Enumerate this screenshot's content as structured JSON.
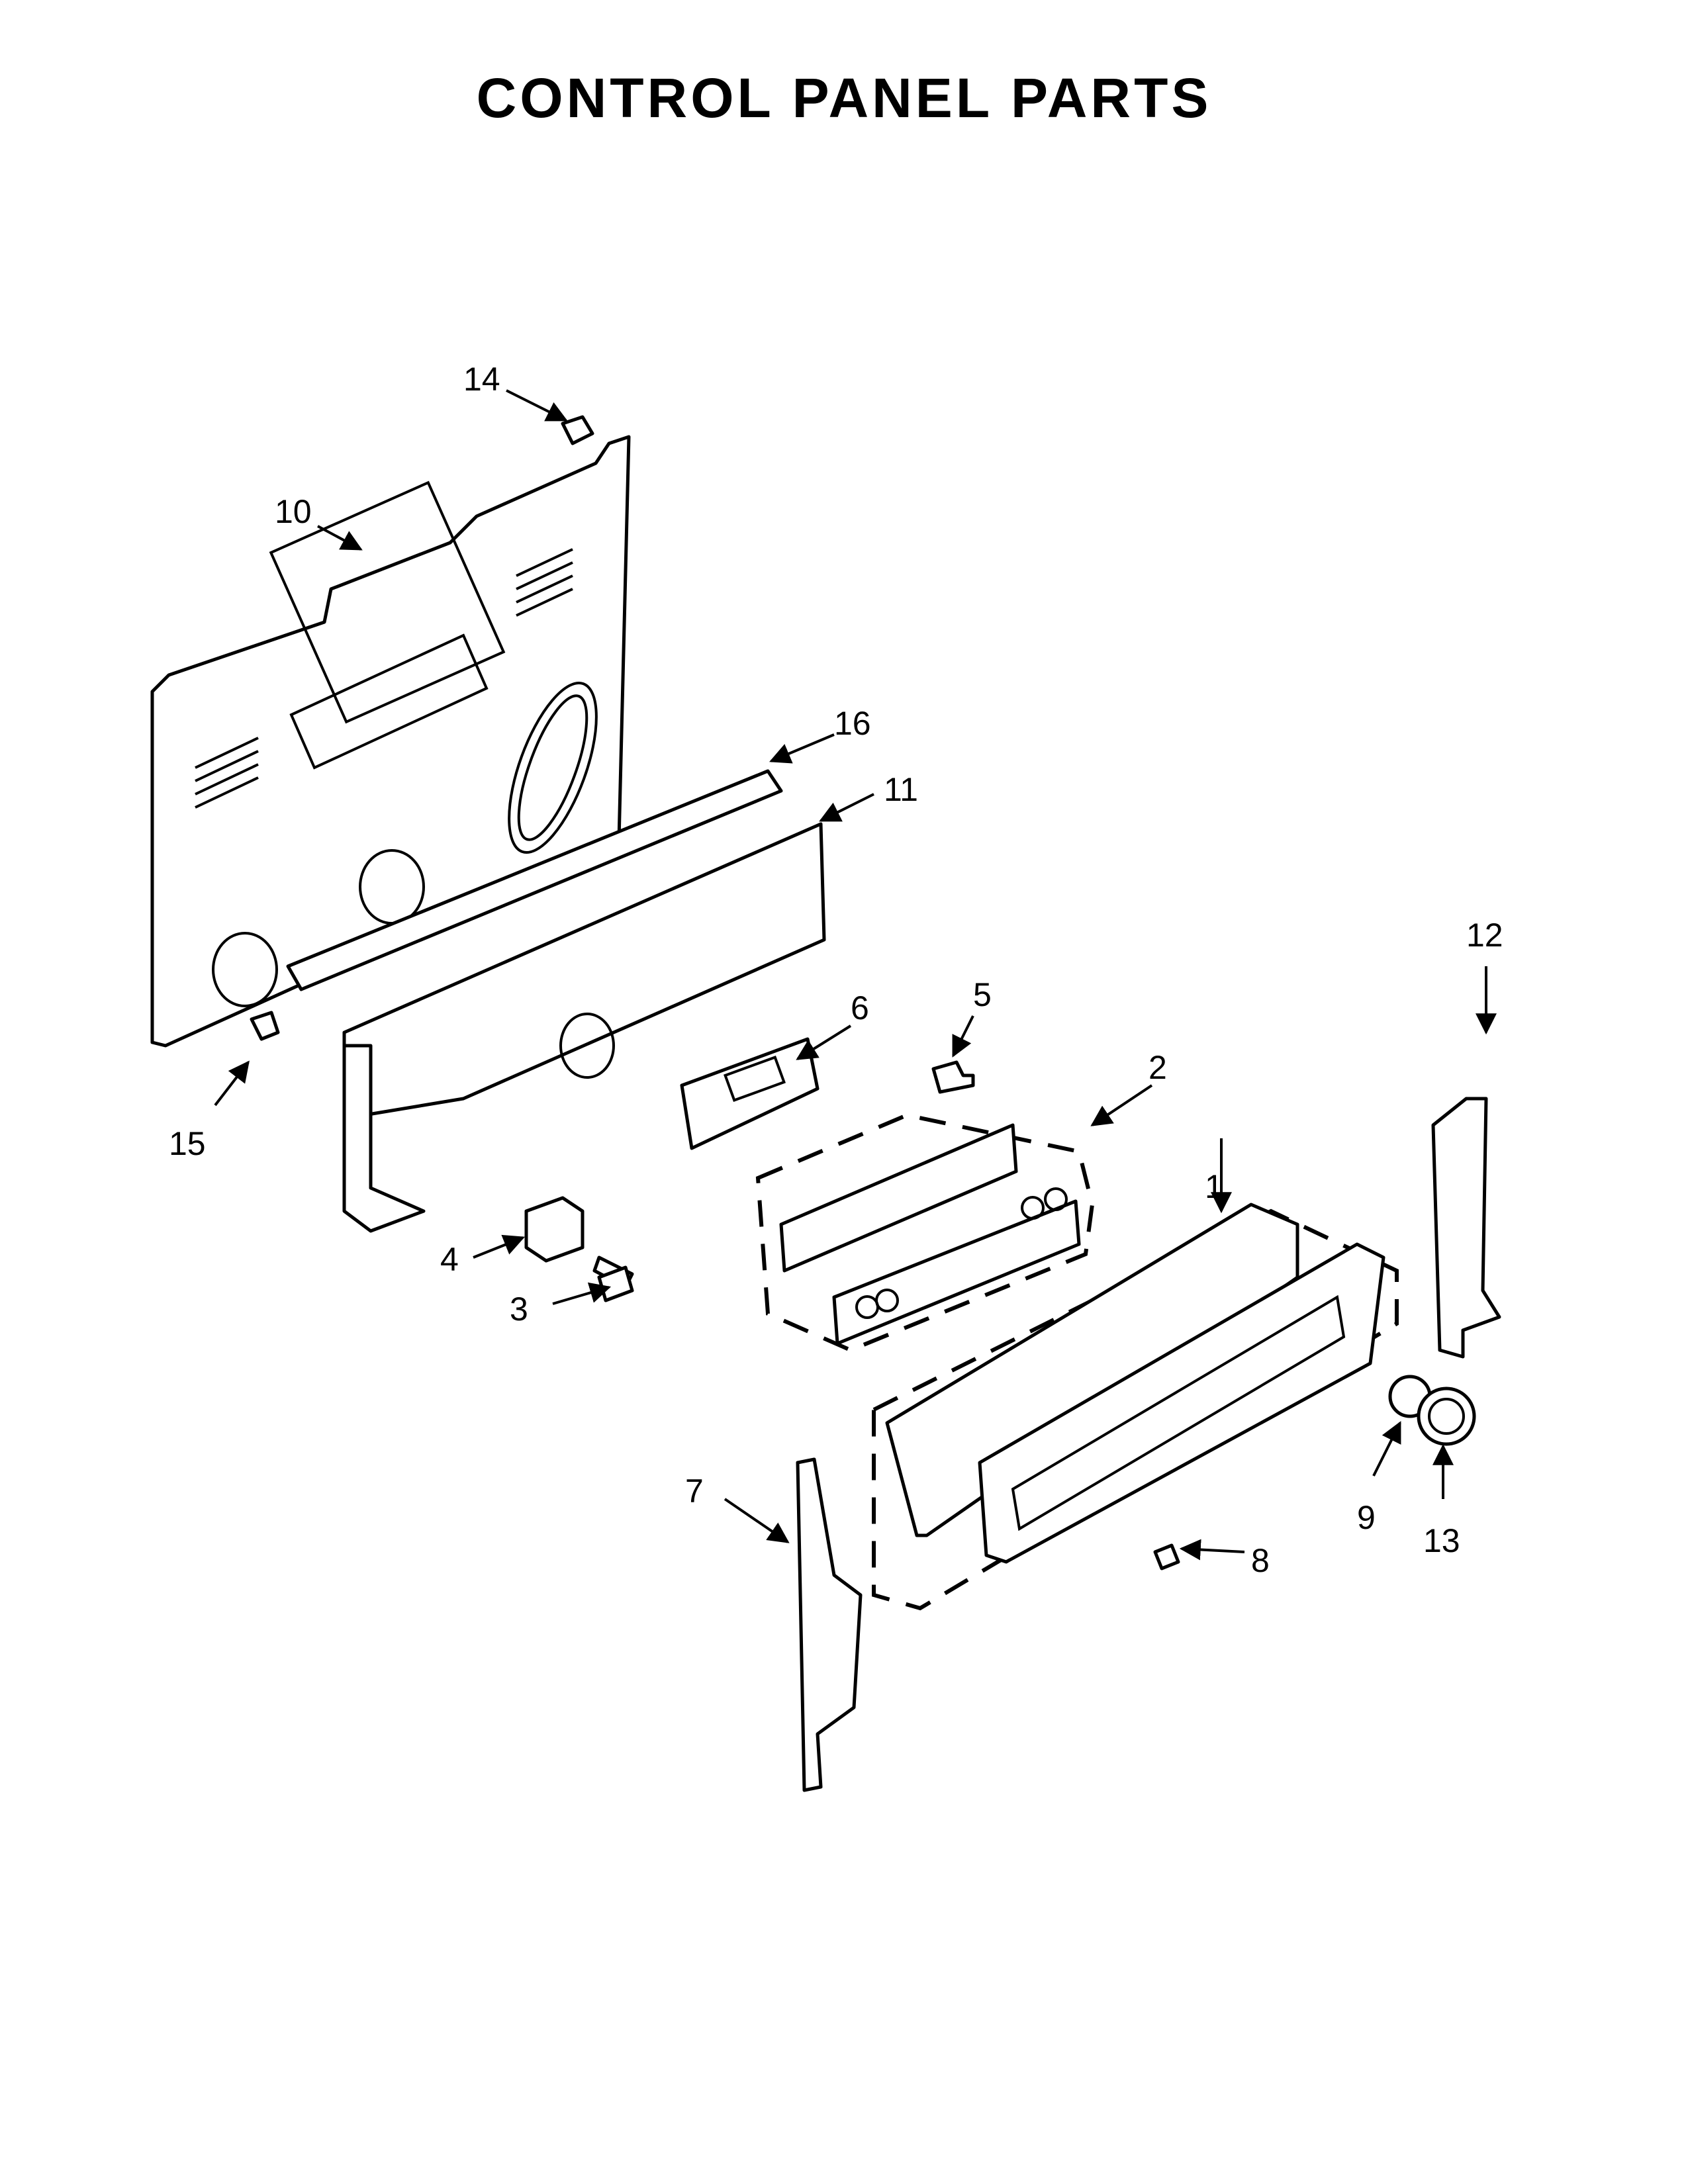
{
  "title": "CONTROL PANEL PARTS",
  "callouts": {
    "p1": "1",
    "p2": "2",
    "p3": "3",
    "p4": "4",
    "p5": "5",
    "p6": "6",
    "p7": "7",
    "p8": "8",
    "p9": "9",
    "p10": "10",
    "p11": "11",
    "p12": "12",
    "p13": "13",
    "p14": "14",
    "p15": "15",
    "p16": "16"
  }
}
